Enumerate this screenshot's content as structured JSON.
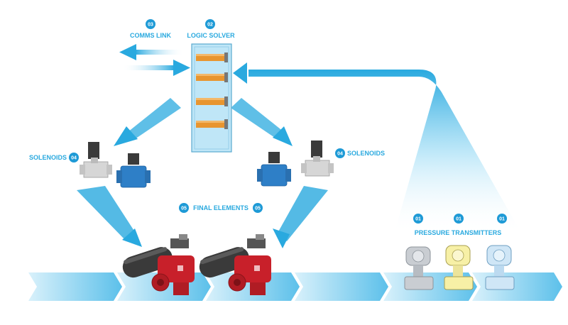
{
  "labels": {
    "comms_link": "COMMS LINK",
    "logic_solver": "LOGIC SOLVER",
    "solenoids_left": "SOLENOIDS",
    "solenoids_right": "SOLENOIDS",
    "final_elements": "FINAL ELEMENTS",
    "pressure_transmitters": "PRESSURE TRANSMITTERS"
  },
  "badges": {
    "comms_link": "03",
    "logic_solver": "02",
    "solenoids_left": "04",
    "solenoids_right": "04",
    "final_elements_left": "05",
    "final_elements_right": "05",
    "transmitter_1": "01",
    "transmitter_2": "01",
    "transmitter_3": "01"
  },
  "colors": {
    "accent_blue": "#29a9df",
    "badge_blue": "#1e9ad6",
    "valve_red": "#c8202a",
    "actuator_dark": "#3a3a3a",
    "cabinet_blue": "#bfe6f7",
    "card_orange": "#e8952f",
    "transmitter_grey": "#c9cdd2",
    "transmitter_yellow": "#f7f0a6",
    "transmitter_blue": "#cfe6f6"
  },
  "icons": [
    "logic-solver-cabinet-icon",
    "solenoid-valve-icon",
    "final-element-valve-icon",
    "pressure-transmitter-icon"
  ]
}
